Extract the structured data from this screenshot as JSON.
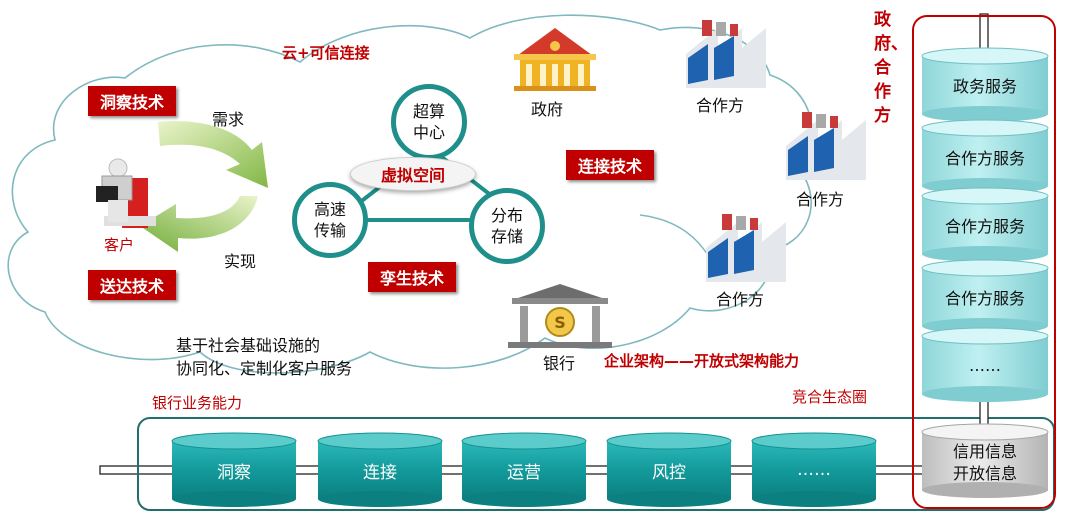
{
  "labels": {
    "cloud_link": "云+可信连接",
    "demand": "需求",
    "realize": "实现",
    "customer": "客户",
    "government": "政府",
    "partner_1": "合作方",
    "partner_2": "合作方",
    "partner_3": "合作方",
    "bank": "银行",
    "infra_service": "基于社会基础设施的\n协同化、定制化客户服务",
    "enterprise_arch": "企业架构——开放式架构能力",
    "bank_capability": "银行业务能力",
    "ecosystem": "竞合生态圈",
    "gov_partner_vertical": "政府、合作方"
  },
  "tags": {
    "insight_tech": "洞察技术",
    "delivery_tech": "送达技术",
    "connect_tech": "连接技术",
    "twin_tech": "孪生技术"
  },
  "nodes": {
    "supercompute": "超算中心",
    "fast_transfer": "高速传输",
    "distributed_storage": "分布存储",
    "virtual_space": "虚拟空间"
  },
  "right_stack": [
    "政务服务",
    "合作方服务",
    "合作方服务",
    "合作方服务",
    "……"
  ],
  "shared_cylinder": [
    "信用信息",
    "开放信息"
  ],
  "bottom_bar": [
    "洞察",
    "连接",
    "运营",
    "风控",
    "……"
  ],
  "colors": {
    "accent_red": "#c00000",
    "teal": "#1e8f8a",
    "cylinder_light": "#a8e4e6",
    "cylinder_dark": "#18a7a8"
  }
}
